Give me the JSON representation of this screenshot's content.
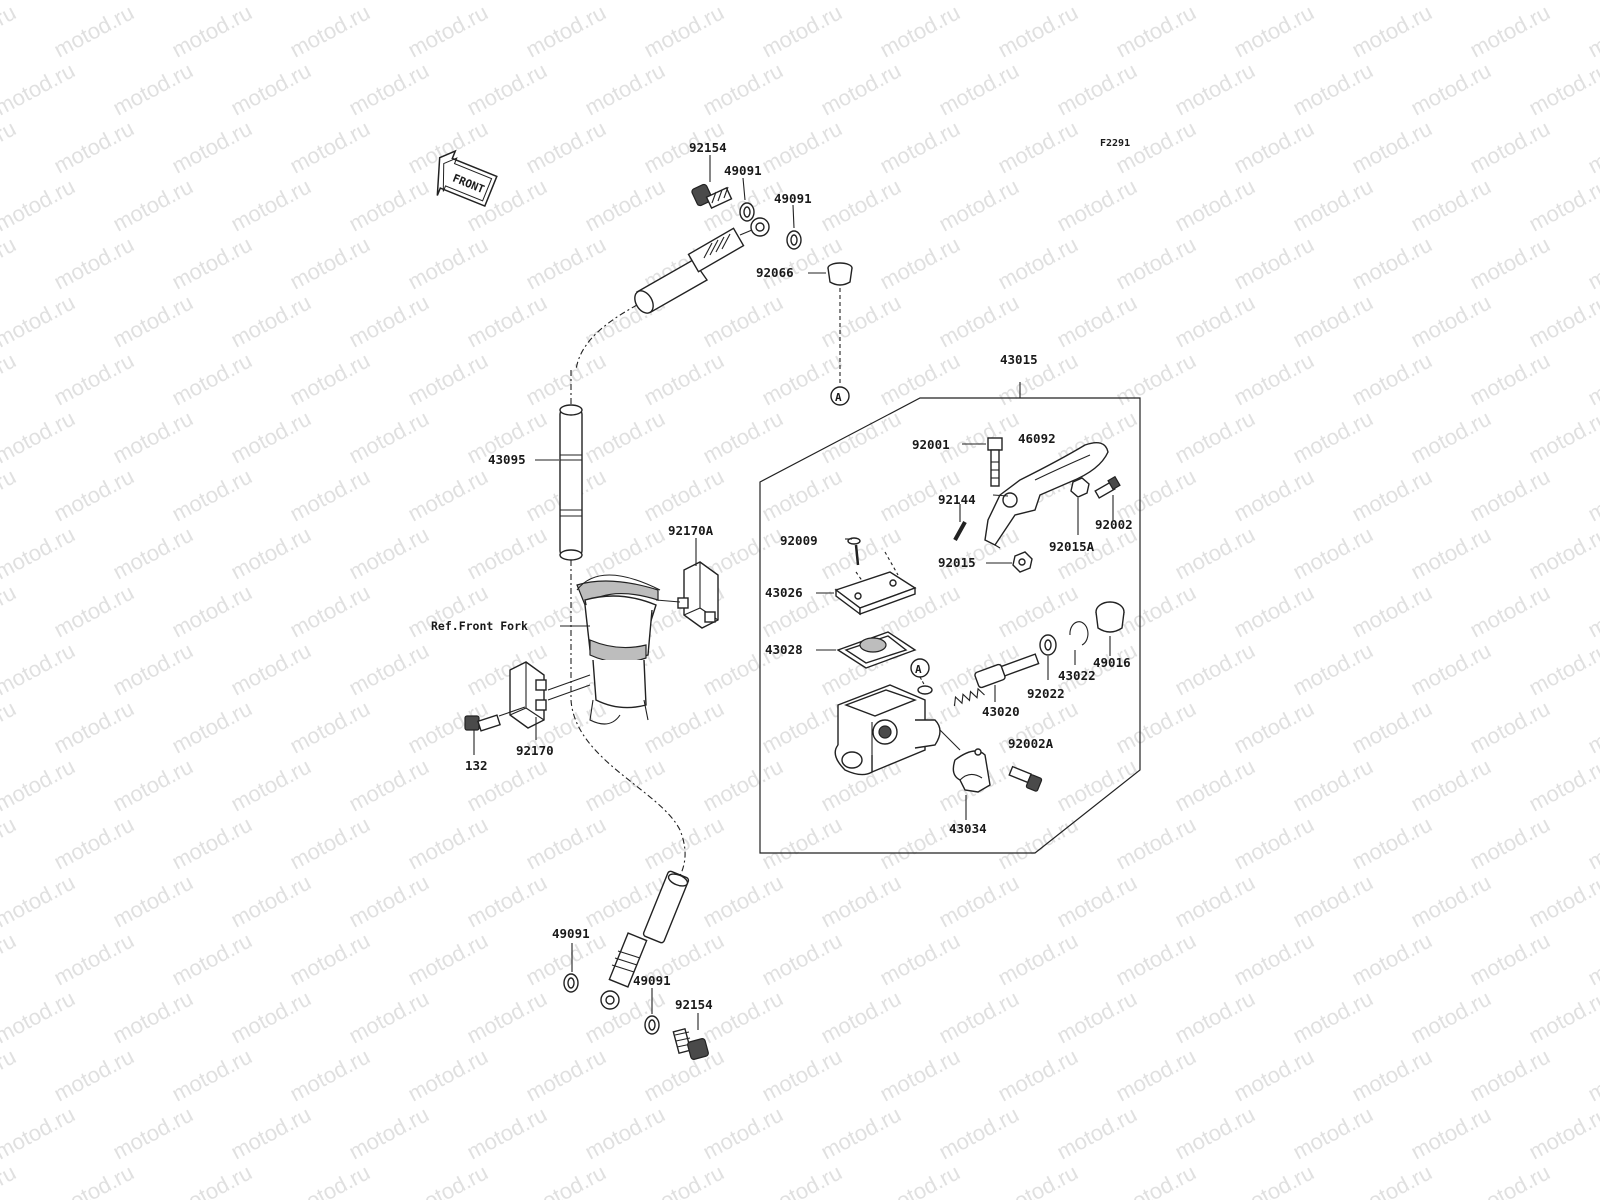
{
  "diagram_code": "F2291",
  "watermark_text": "motod.ru",
  "front_arrow_label": "FRONT",
  "ref_label": "Ref.Front Fork",
  "circle_marker": "A",
  "parts": {
    "p92154_top": "92154",
    "p49091_top_a": "49091",
    "p49091_top_b": "49091",
    "p43095": "43095",
    "p92170A": "92170A",
    "p92170": "92170",
    "p132": "132",
    "p49091_bot_a": "49091",
    "p49091_bot_b": "49091",
    "p92154_bot": "92154",
    "p92066": "92066",
    "p43015": "43015",
    "p92001": "92001",
    "p46092": "46092",
    "p92144": "92144",
    "p92002": "92002",
    "p92015A": "92015A",
    "p92009": "92009",
    "p92015": "92015",
    "p43026": "43026",
    "p43028": "43028",
    "p49016": "49016",
    "p43022": "43022",
    "p92022": "92022",
    "p43020": "43020",
    "p92002A": "92002A",
    "p43034": "43034"
  }
}
